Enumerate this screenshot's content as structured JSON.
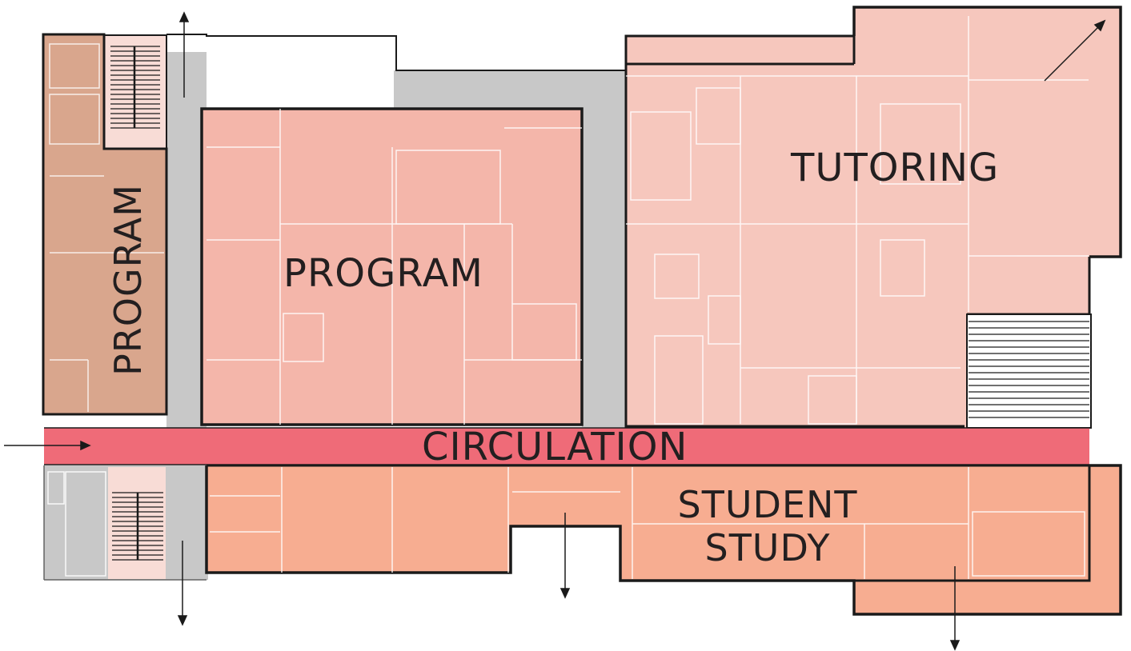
{
  "labels": {
    "program_vertical": "PROGRAM",
    "program_center": "PROGRAM",
    "tutoring": "TUTORING",
    "circulation": "CIRCULATION",
    "student_study_line1": "STUDENT",
    "student_study_line2": "STUDY"
  },
  "colors": {
    "program_vertical_zone": "#d9a68d",
    "program_center_zone": "#f4b6aa",
    "tutoring_zone": "#f6c7bd",
    "circulation_band": "#ef6b78",
    "student_study_zone": "#f7ad91",
    "corridor_grey": "#c8c8c8",
    "outline": "#1a1a1a",
    "interior_walls": "#ffffff"
  }
}
